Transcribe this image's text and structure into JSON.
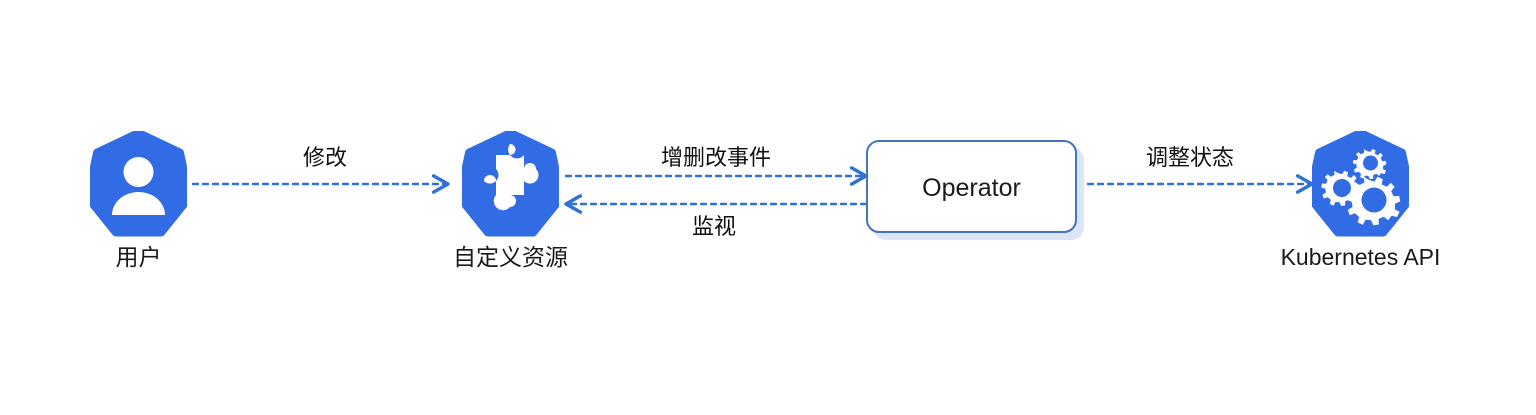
{
  "diagram": {
    "title": "Kubernetes Operator flow",
    "background": "#ffffff",
    "accent_blue": "#326ce5",
    "arrow_blue": "#2f72d4",
    "box_border": "#4472c4",
    "box_shadow": "#dbe5f7",
    "text_color": "#1a1a1a"
  },
  "nodes": [
    {
      "id": "user",
      "label": "用户",
      "icon": "person-icon",
      "shape": "heptagon",
      "fill": "#326ce5"
    },
    {
      "id": "custom-resource",
      "label": "自定义资源",
      "icon": "puzzle-piece-icon",
      "shape": "heptagon",
      "fill": "#326ce5"
    },
    {
      "id": "operator",
      "label": "Operator",
      "icon": "none",
      "shape": "rounded-rect",
      "fill": "#ffffff"
    },
    {
      "id": "kubernetes-api",
      "label": "Kubernetes API",
      "icon": "gears-icon",
      "shape": "heptagon",
      "fill": "#326ce5"
    }
  ],
  "edges": [
    {
      "id": "user-to-cr",
      "label": "修改",
      "from": "user",
      "to": "custom-resource",
      "direction": "right",
      "style": "dotted"
    },
    {
      "id": "cr-to-operator",
      "label": "增删改事件",
      "from": "custom-resource",
      "to": "operator",
      "direction": "right",
      "style": "dotted"
    },
    {
      "id": "operator-to-cr",
      "label": "监视",
      "from": "operator",
      "to": "custom-resource",
      "direction": "left",
      "style": "dotted"
    },
    {
      "id": "operator-to-api",
      "label": "调整状态",
      "from": "operator",
      "to": "kubernetes-api",
      "direction": "right",
      "style": "dotted"
    }
  ]
}
